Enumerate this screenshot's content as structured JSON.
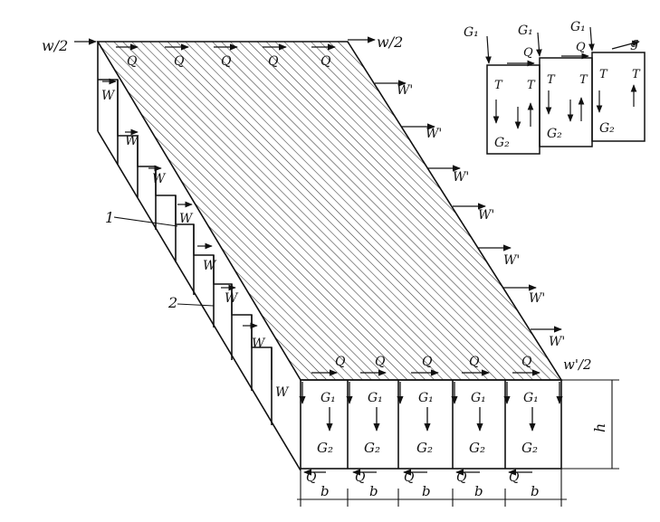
{
  "diagram": {
    "ink_color": "#111111",
    "hatch_color": "#333333",
    "background": "#ffffff",
    "labels": {
      "w_half_top_left": "w/2",
      "w_half_top_right": "w/2",
      "w_half_bottom_right": "w'/2",
      "Q": "Q",
      "W": "W",
      "W_prime": "W'",
      "G1": "G₁",
      "G2": "G₂",
      "T": "T",
      "g": "g",
      "b": "b",
      "h": "h",
      "ref_1": "1",
      "ref_2": "2"
    }
  }
}
